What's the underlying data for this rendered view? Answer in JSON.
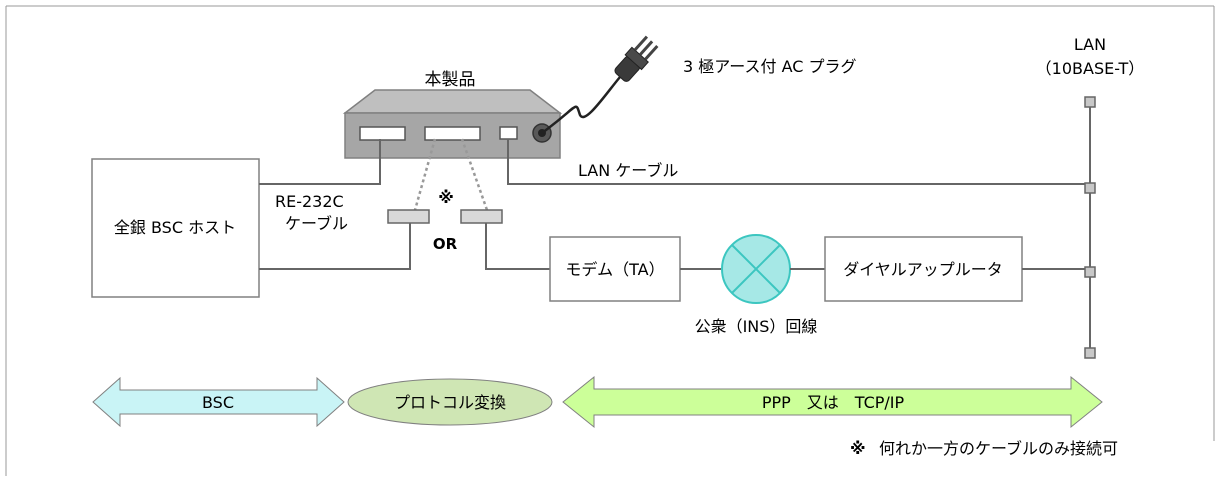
{
  "device": {
    "label": "本製品"
  },
  "plug": {
    "label": "3 極アース付 AC プラグ"
  },
  "lan": {
    "line1": "LAN",
    "line2": "（10BASE-T）"
  },
  "lan_cable": {
    "label": "LAN ケーブル"
  },
  "host": {
    "label": "全銀 BSC ホスト"
  },
  "rs_cable": {
    "line1": "RE-232C",
    "line2": "ケーブル"
  },
  "asterisk": "※",
  "or_label": "OR",
  "modem": {
    "label": "モデム（TA）"
  },
  "router": {
    "label": "ダイヤルアップルータ"
  },
  "public_line": {
    "label": "公衆（INS）回線"
  },
  "bottom": {
    "bsc": "BSC",
    "protocol": "プロトコル変換",
    "ppp": "PPP　又は　TCP/IP"
  },
  "note": {
    "mark": "※",
    "text": "何れか一方のケーブルのみ接続可"
  },
  "colors": {
    "line": "#666666",
    "box_border": "#808080",
    "device_top": "#bfbfbf",
    "device_front": "#a6a6a6",
    "public_circle": "#a6e8e6",
    "public_circle_border": "#3cc6c0",
    "bsc_arrow": "#c9f4f6",
    "protocol_oval": "#cfe6b4",
    "ppp_arrow": "#ccff99"
  }
}
